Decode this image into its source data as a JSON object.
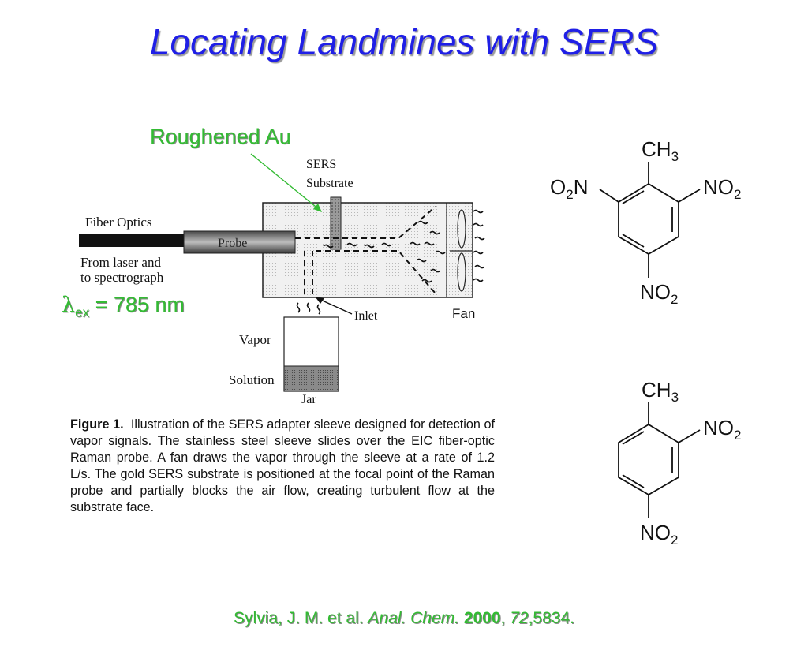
{
  "slide": {
    "title": "Locating Landmines with SERS",
    "roughened_label": "Roughened Au",
    "lambda_symbol": "λ",
    "lambda_sub": "ex",
    "lambda_value": " = 785 nm"
  },
  "diagram": {
    "sers_line1": "SERS",
    "sers_line2": "Substrate",
    "fiber_optics": "Fiber Optics",
    "probe": "Probe",
    "from_laser_line1": "From laser and",
    "from_laser_line2": "to spectrograph",
    "inlet": "Inlet",
    "fan": "Fan",
    "vapor": "Vapor",
    "solution": "Solution",
    "jar": "Jar"
  },
  "caption": {
    "label": "Figure 1.",
    "text": "Illustration of the SERS adapter sleeve designed for detection of vapor signals. The stainless steel sleeve slides over the EIC fiber-optic Raman probe. A fan draws the vapor through the sleeve at a rate of 1.2 L/s. The gold SERS substrate is positioned at the focal point of the Raman probe and partially blocks the air flow, creating turbulent flow at the substrate face."
  },
  "molecules": {
    "tnt": {
      "ch3": "CH3",
      "left_no2": "O2N",
      "right_no2": "NO2",
      "bottom_no2": "NO2"
    },
    "dnt": {
      "ch3": "CH3",
      "right_no2": "NO2",
      "bottom_no2": "NO2"
    }
  },
  "citation": {
    "authors": "Sylvia, J. M. et al. ",
    "journal": "Anal. Chem.",
    "year": "2000",
    "volume": "72",
    "pages": ",5834."
  }
}
